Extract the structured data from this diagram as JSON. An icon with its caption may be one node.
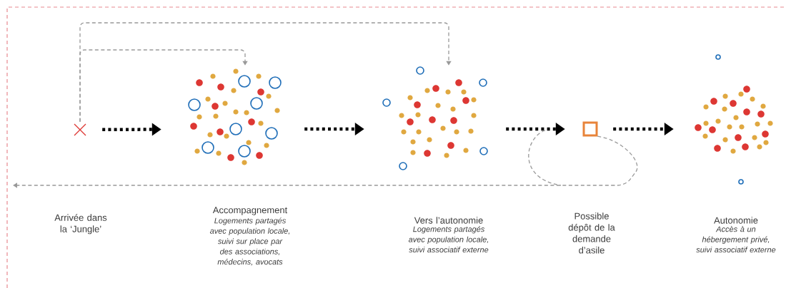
{
  "diagram": {
    "nodes": [
      {
        "text": [
          "Arrivée dans la ‘Jungle’"
        ]
      },
      {
        "text": [
          "Accompagnement",
          "Logements partagés avec population locale, suivi sur place par des associations, médecins, avocats"
        ]
      },
      {
        "text": [
          "Vers l’autonomie",
          "Logements partagés avec population locale, suivi associatif externe"
        ]
      },
      {
        "text": [],
        "shape": "box"
      },
      {
        "text": [
          "Autonomie",
          "Accès à un hébergement privé, suivi associatif externe"
        ]
      }
    ],
    "edges": [
      {
        "from": 0,
        "to": 1,
        "arrow": "to"
      },
      {
        "from": 1,
        "to": 2,
        "arrow": "to"
      },
      {
        "from": 2,
        "to": 3,
        "arrow": "to"
      },
      {
        "from": 3,
        "to": 4,
        "arrow": "to"
      },
      {
        "from": 0,
        "to": 1,
        "arrow": "to",
        "style": "dashed",
        "color": "#999999"
      },
      {
        "from": 0,
        "to": 2,
        "arrow": "to",
        "style": "dashed",
        "color": "#999999"
      },
      {
        "from": 3,
        "to": null,
        "arrow": "to",
        "style": "dashed",
        "color": "#999999"
      }
    ],
    "labels": [
      "Possible dépôt de la demande d’asile"
    ]
  }
}
